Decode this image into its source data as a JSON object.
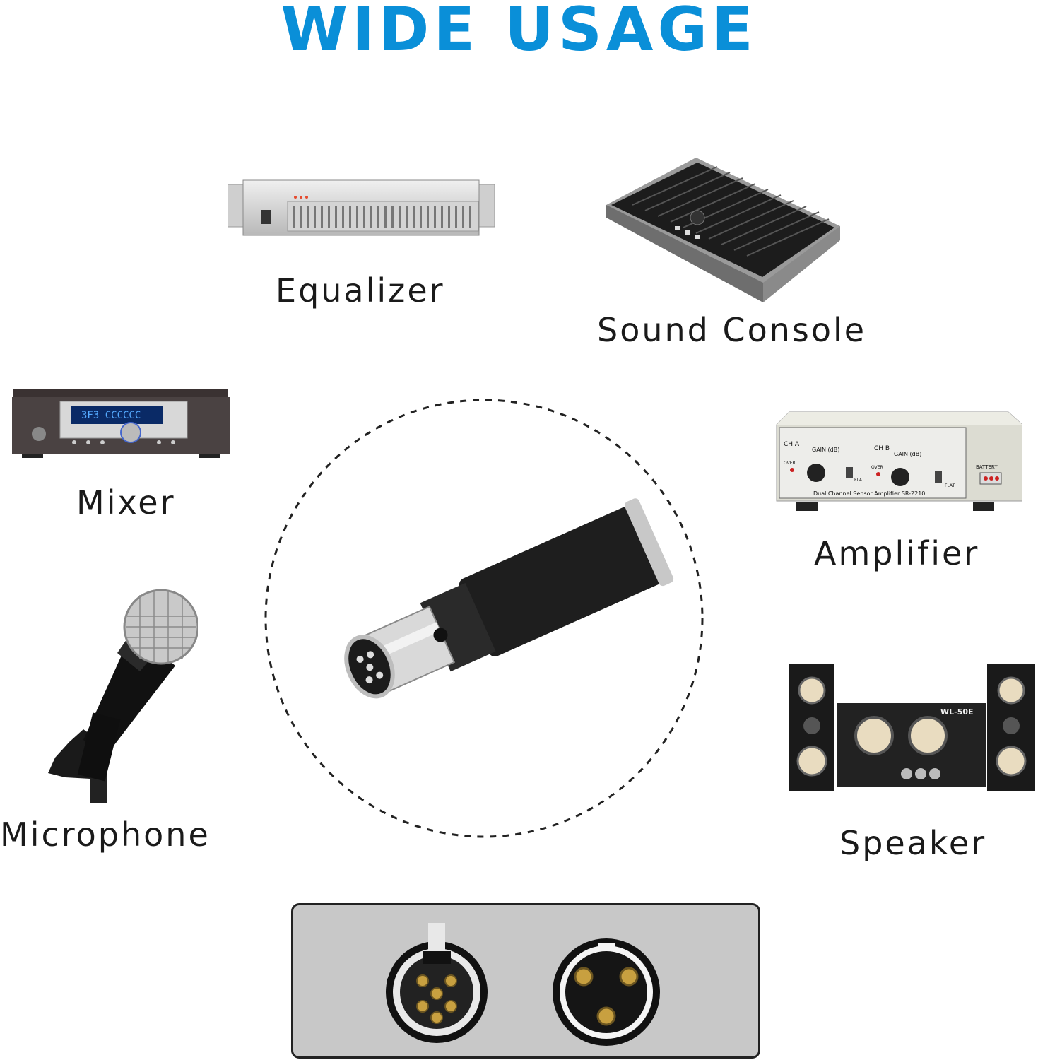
{
  "title": "WIDE USAGE",
  "devices": {
    "equalizer": "Equalizer",
    "sound_console": "Sound Console",
    "mixer": "Mixer",
    "amplifier": "Amplifier",
    "microphone": "Microphone",
    "speaker": "Speaker"
  },
  "amplifier_panel": {
    "ch_a": "CH A",
    "ch_b": "CH B",
    "gain": "GAIN (dB)",
    "over": "OVER",
    "flat": "FLAT",
    "battery": "BATTERY",
    "model": "Dual Channel Sensor Amplifier SR-2210"
  },
  "speaker_brand": "WL-50E",
  "colors": {
    "title": "#0a8fd8",
    "text": "#1a1a1a",
    "panel": "#c8c8c8"
  }
}
